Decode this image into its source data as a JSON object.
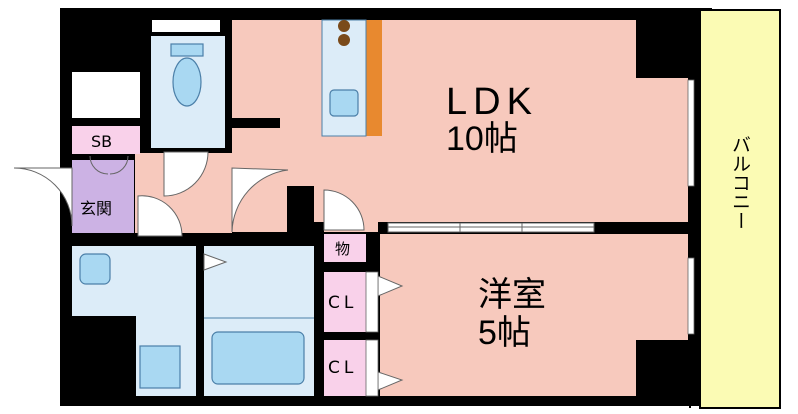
{
  "rooms": {
    "ldk": {
      "name": "LDK",
      "size": "10帖"
    },
    "western": {
      "name": "洋室",
      "size": "5帖"
    },
    "balcony": {
      "name": "バルコニー"
    },
    "entrance": {
      "name": "玄関"
    },
    "shoe_box": {
      "name": "SB"
    },
    "storage": {
      "name": "物"
    },
    "closet_1": {
      "name": "CL"
    },
    "closet_2": {
      "name": "CL"
    }
  },
  "colors": {
    "wall": "#000000",
    "living_room": "#f7c9bd",
    "wet_area": "#dcecf8",
    "fixture": "#a9d8f2",
    "fixture_stroke": "#4b7fa8",
    "entrance": "#ccb2e4",
    "closet": "#f9d1ea",
    "balcony": "#fbfbb4",
    "kitchen_counter": "#e8892f",
    "burner": "#7a4a1a"
  }
}
